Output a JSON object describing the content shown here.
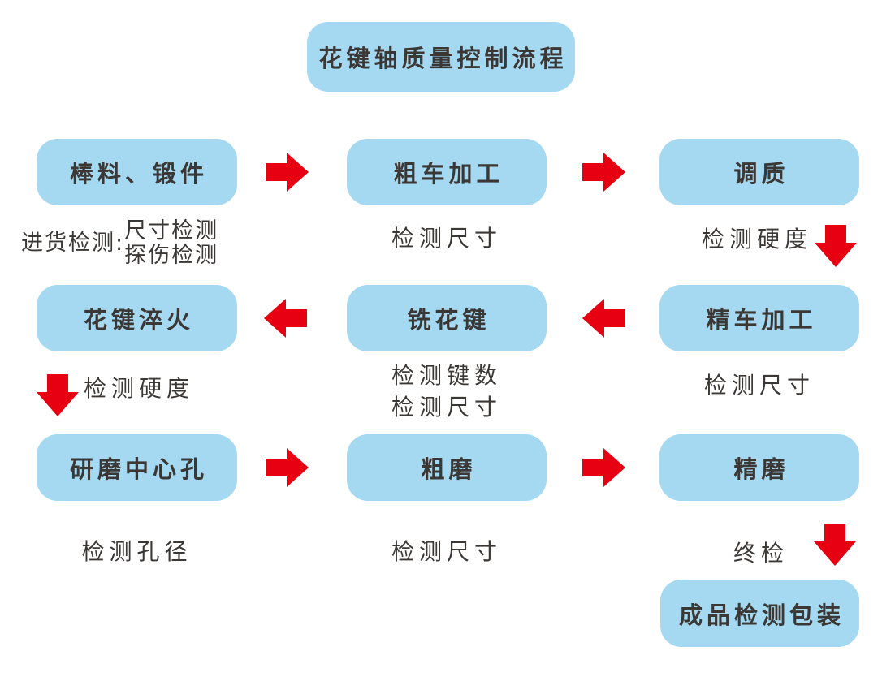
{
  "colors": {
    "bg": "#ffffff",
    "box-blue": "#A5D8F1",
    "arrow-red": "#E60012",
    "text-dark": "#3B3735"
  },
  "title": {
    "label": "花键轴质量控制流程"
  },
  "rows": {
    "row1": {
      "boxes": {
        "b1": "棒料、锻件",
        "b2": "粗车加工",
        "b3": "调质"
      },
      "captions": {
        "c1_prefix": "进货检测:",
        "c1_line1": "尺寸检测",
        "c1_line2": "探伤检测",
        "c2": "检测尺寸",
        "c3": "检测硬度"
      }
    },
    "row2": {
      "boxes": {
        "b1": "花键淬火",
        "b2": "铣花键",
        "b3": "精车加工"
      },
      "captions": {
        "c1": "检测硬度",
        "c2_line1": "检测键数",
        "c2_line2": "检测尺寸",
        "c3": "检测尺寸"
      }
    },
    "row3": {
      "boxes": {
        "b1": "研磨中心孔",
        "b2": "粗磨",
        "b3": "精磨"
      },
      "captions": {
        "c1": "检测孔径",
        "c2": "检测尺寸",
        "c3": "终检"
      },
      "final_box": "成品检测包装"
    }
  }
}
